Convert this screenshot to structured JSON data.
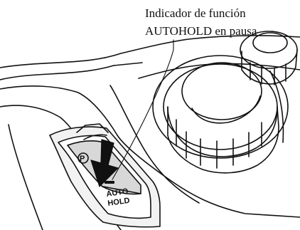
{
  "callout": {
    "line1": "Indicador de función",
    "line2": "AUTOHOLD en pausa"
  },
  "switch": {
    "label_top": "AUTO",
    "label_bottom": "HOLD",
    "parking_symbol": "P"
  },
  "colors": {
    "stroke": "#111111",
    "shade": "#d8d8d8",
    "arrow": "#111111"
  }
}
